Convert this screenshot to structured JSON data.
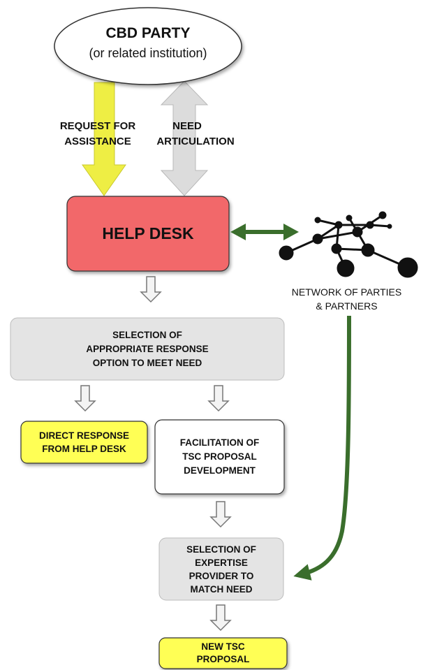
{
  "party": {
    "title": "CBD PARTY",
    "subtitle": "(or related institution)"
  },
  "arrows": {
    "request_line1": "REQUEST FOR",
    "request_line2": "ASSISTANCE",
    "need_line1": "NEED",
    "need_line2": "ARTICULATION"
  },
  "help_desk": {
    "label": "HELP DESK"
  },
  "network": {
    "line1": "NETWORK OF PARTIES",
    "line2": "& PARTNERS"
  },
  "selection_response": {
    "line1": "SELECTION OF",
    "line2": "APPROPRIATE RESPONSE",
    "line3": "OPTION TO MEET NEED"
  },
  "direct_response": {
    "line1": "DIRECT RESPONSE",
    "line2": "FROM HELP DESK"
  },
  "facilitation": {
    "line1": "FACILITATION OF",
    "line2": "TSC PROPOSAL",
    "line3": "DEVELOPMENT"
  },
  "selection_expertise": {
    "line1": "SELECTION OF",
    "line2": "EXPERTISE",
    "line3": "PROVIDER TO",
    "line4": "MATCH NEED"
  },
  "new_proposal": {
    "line1": "NEW TSC",
    "line2": "PROPOSAL"
  },
  "colors": {
    "help_desk_fill": "#f2676b",
    "yellow_fill": "#ffff55",
    "grey_fill": "#e4e4e4",
    "yellow_arrow": "#eeee44",
    "grey_arrow": "#dcdcdc",
    "green_arrow": "#3a6e2c"
  }
}
